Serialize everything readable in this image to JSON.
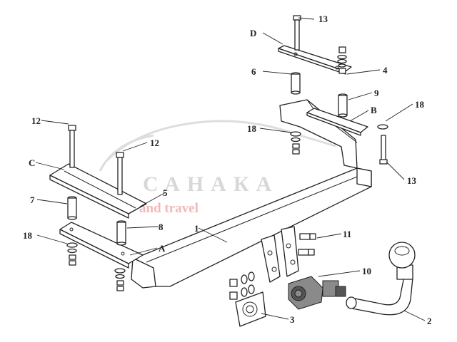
{
  "watermark": {
    "brand": "САНАКА",
    "tagline": "and travel"
  },
  "labels": {
    "p1": "1",
    "p2": "2",
    "p3": "3",
    "p4": "4",
    "p5": "5",
    "p6": "6",
    "p7": "7",
    "p8": "8",
    "p9": "9",
    "p10": "10",
    "p11": "11",
    "p12a": "12",
    "p12b": "12",
    "p13a": "13",
    "p13b": "13",
    "p18a": "18",
    "p18b": "18",
    "p18c": "18",
    "pA": "A",
    "pB": "B",
    "pC": "C",
    "pD": "D"
  }
}
